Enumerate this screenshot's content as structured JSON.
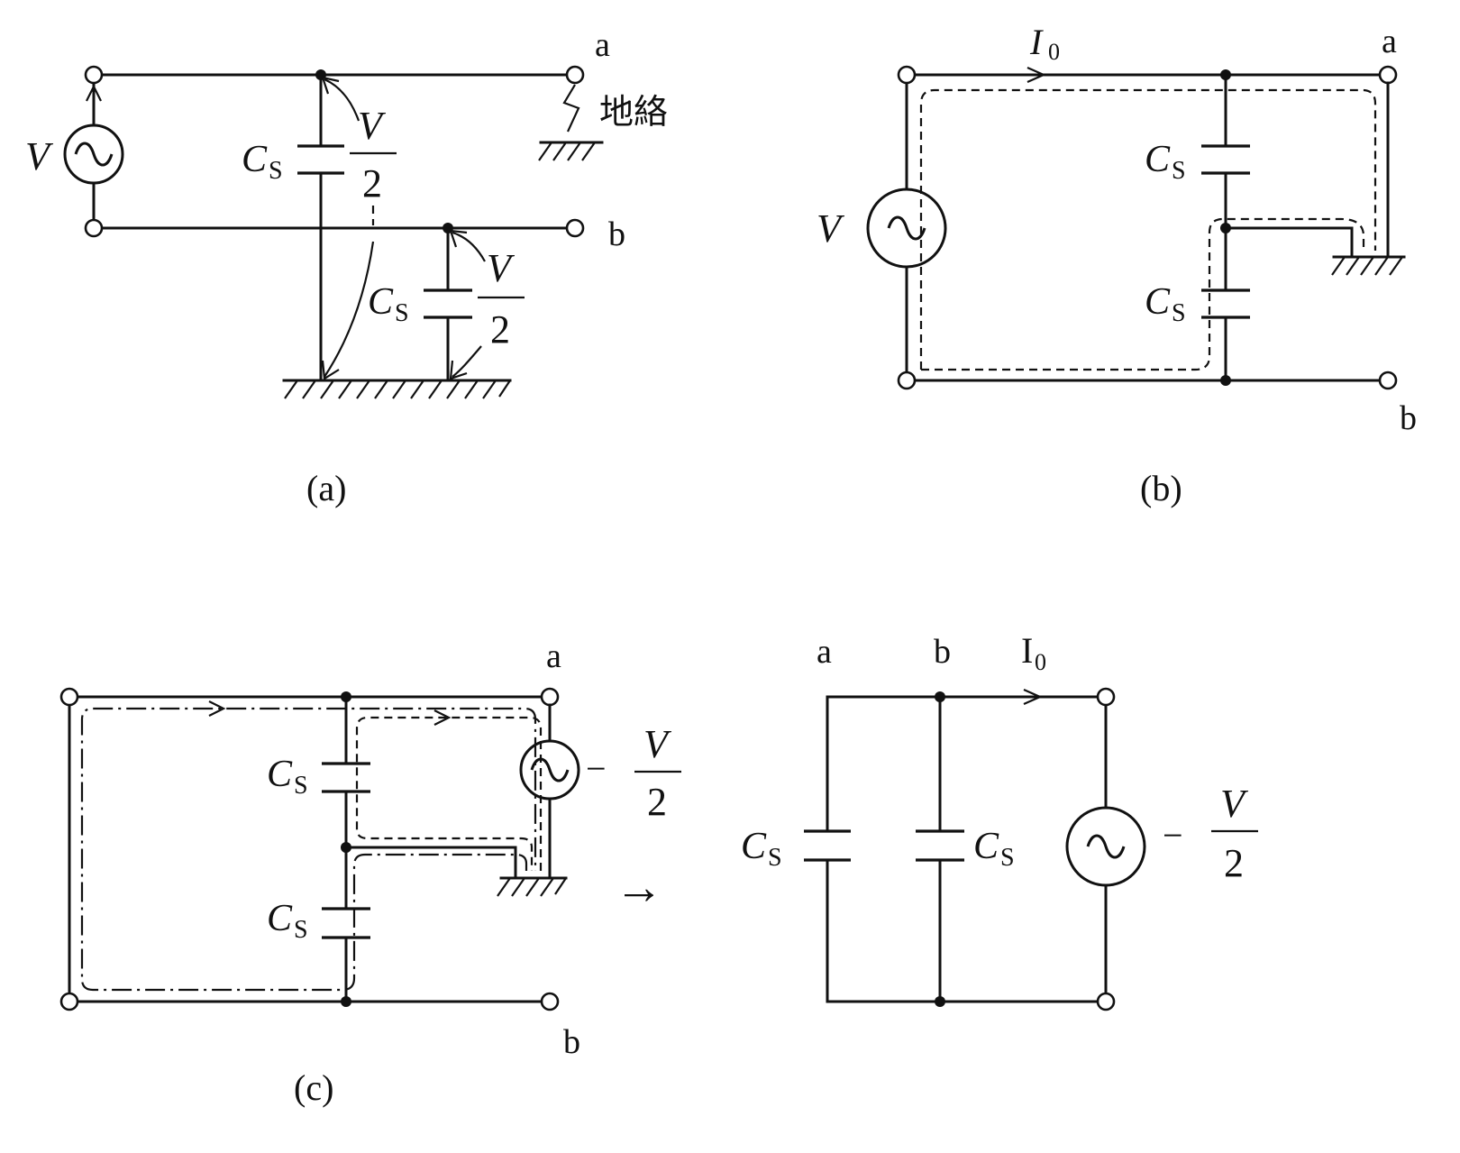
{
  "panel_a": {
    "caption": "(a)",
    "terminal_a": "a",
    "terminal_b": "b",
    "source_label": "V",
    "cap_label_main": "C",
    "cap_label_sub": "S",
    "frac_num": "V",
    "frac_den": "2",
    "fault_label": "地絡"
  },
  "panel_b": {
    "caption": "(b)",
    "terminal_a": "a",
    "terminal_b": "b",
    "source_label": "V",
    "current_main": "I",
    "current_sub": "0",
    "cap_label_main": "C",
    "cap_label_sub": "S"
  },
  "panel_c": {
    "caption": "(c)",
    "terminal_a": "a",
    "terminal_b": "b",
    "cap_label_main": "C",
    "cap_label_sub": "S",
    "source_sign": "−",
    "frac_num": "V",
    "frac_den": "2",
    "arrow": "→"
  },
  "panel_d": {
    "label_a": "a",
    "label_b": "b",
    "current_main": "I",
    "current_sub": "0",
    "cap_label_main": "C",
    "cap_label_sub": "S",
    "source_sign": "−",
    "frac_num": "V",
    "frac_den": "2"
  }
}
